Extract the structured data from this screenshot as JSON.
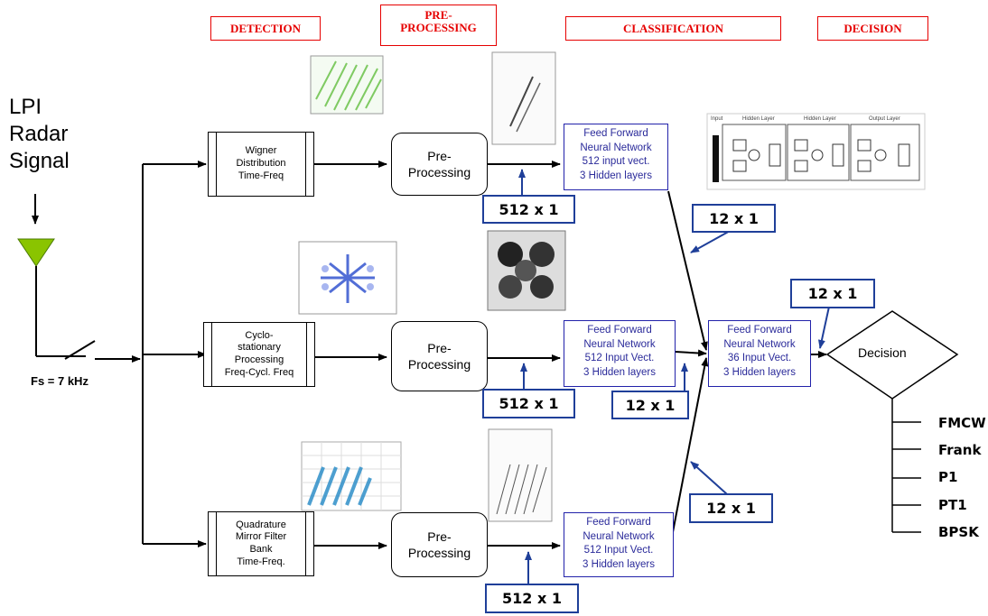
{
  "stages": {
    "detection": "DETECTION",
    "preprocessing": "PRE-\nPROCESSING",
    "classification": "CLASSIFICATION",
    "decision": "DECISION"
  },
  "input": {
    "signal_label": "LPI\nRadar\nSignal",
    "sampling_label": "Fs = 7 kHz"
  },
  "detectors": {
    "wigner": "Wigner\nDistribution\nTime-Freq",
    "cyclo": "Cyclo-\nstationary\nProcessing\nFreq-Cycl. Freq",
    "qmf": "Quadrature\nMirror Filter\nBank\nTime-Freq."
  },
  "preprocessing_label": "Pre-\nProcessing",
  "networks": {
    "top": "Feed Forward\nNeural Network\n512 input vect.\n3 Hidden layers",
    "mid": "Feed Forward\nNeural Network\n512 Input Vect.\n3 Hidden layers",
    "bottom": "Feed Forward\nNeural Network\n512 Input Vect.\n3 Hidden layers",
    "fusion": "Feed Forward\nNeural Network\n36 Input Vect.\n3 Hidden layers"
  },
  "dimensions": {
    "input_vec": "512 x 1",
    "output_vec": "12 x 1"
  },
  "decision_label": "Decision",
  "classes": [
    "FMCW",
    "Frank",
    "P1",
    "PT1",
    "BPSK"
  ],
  "nn_diagram": {
    "input": "Input",
    "hidden1": "Hidden Layer",
    "hidden2": "Hidden Layer",
    "output": "Output Layer"
  }
}
